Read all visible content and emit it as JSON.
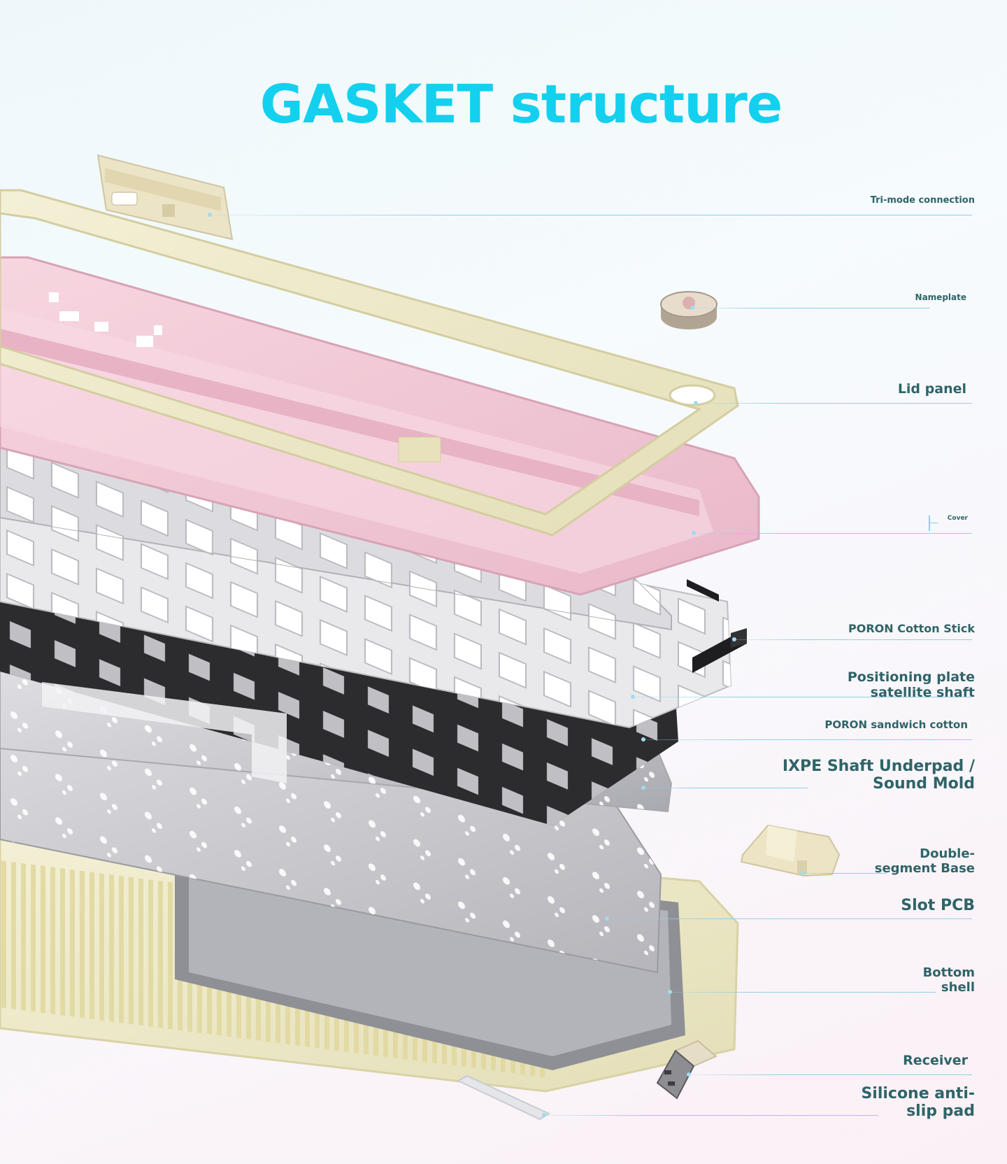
{
  "title": "GASKET structure",
  "colors": {
    "title": "#13d0ee",
    "label_text": "#2f6468",
    "leader_line": "#8fd0e8",
    "lid_panel": "#efeccd",
    "cover_pink": "#f2c6d4",
    "dark_foam": "#2a2a2a",
    "pcb_gray": "#c8c8cc",
    "bottom_shell": "#f3edcc"
  },
  "parts": [
    {
      "id": "tri-mode-connection",
      "label": "Tri-mode connection"
    },
    {
      "id": "nameplate",
      "label": "Nameplate"
    },
    {
      "id": "lid-panel",
      "label": "Lid panel"
    },
    {
      "id": "cover",
      "label": "Cover"
    },
    {
      "id": "poron-cotton-stick",
      "label": "PORON Cotton Stick"
    },
    {
      "id": "positioning-plate",
      "label": "Positioning plate\nsatellite shaft"
    },
    {
      "id": "poron-sandwich-cotton",
      "label": "PORON sandwich cotton"
    },
    {
      "id": "ixpe",
      "label": "IXPE Shaft Underpad /\nSound Mold"
    },
    {
      "id": "double-segment-base",
      "label": "Double-\nsegment Base"
    },
    {
      "id": "slot-pcb",
      "label": "Slot PCB"
    },
    {
      "id": "bottom-shell",
      "label": "Bottom\nshell"
    },
    {
      "id": "receiver",
      "label": "Receiver"
    },
    {
      "id": "silicone-pad",
      "label": "Silicone anti-\nslip pad"
    }
  ]
}
